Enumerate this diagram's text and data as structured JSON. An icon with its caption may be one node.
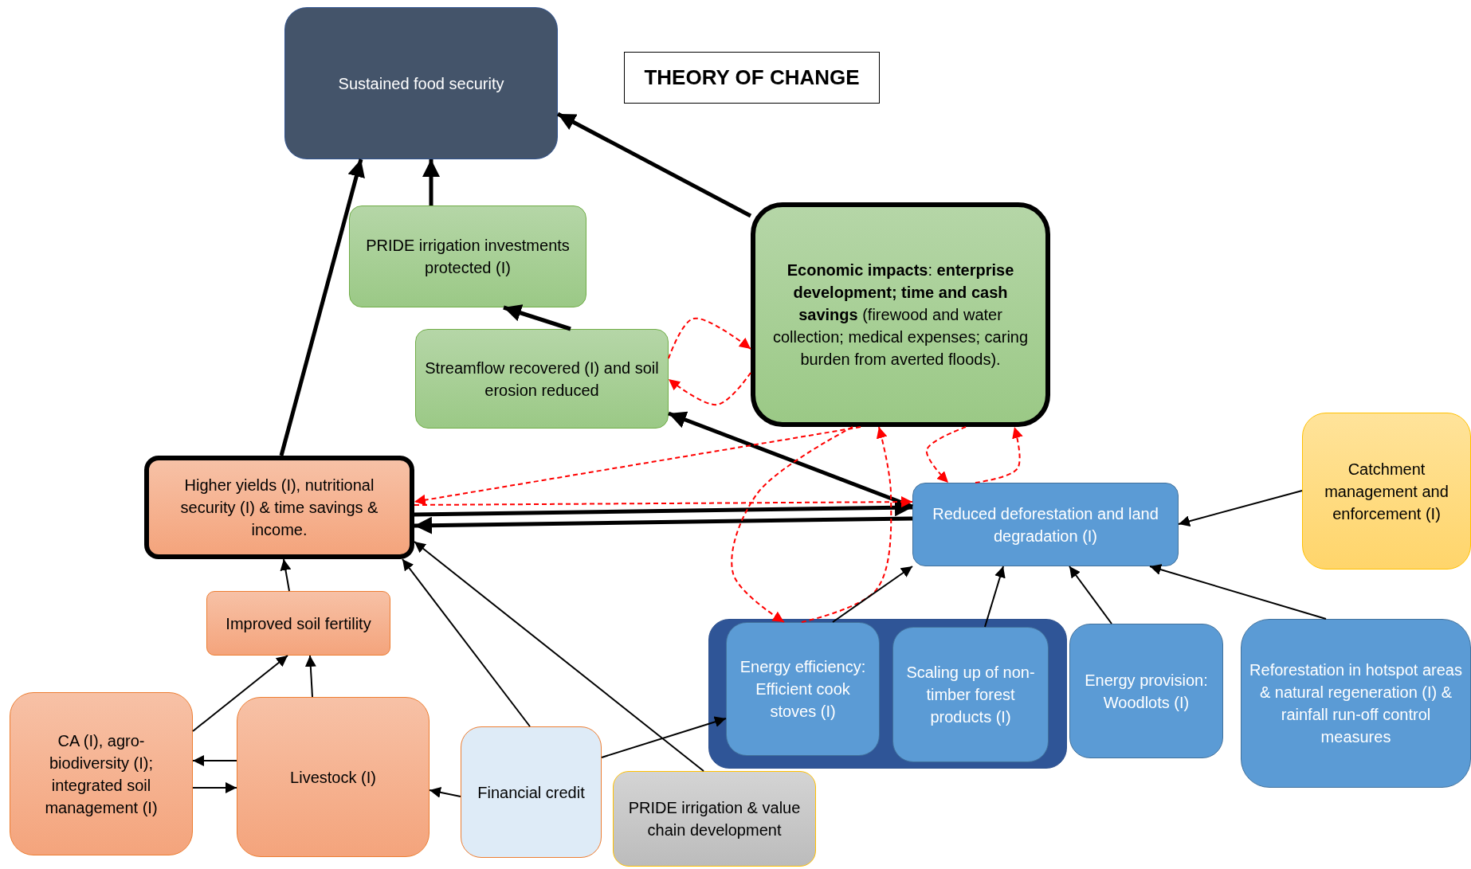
{
  "diagram": {
    "title": "THEORY OF CHANGE",
    "nodes": [
      {
        "text": [
          "Sustained food security"
        ]
      },
      {
        "text": [
          "PRIDE irrigation investments protected (I)"
        ]
      },
      {
        "text": [
          "**Economic impacts**: **enterprise development; time and cash savings** (firewood and water collection; medical expenses; caring burden from averted floods)."
        ]
      },
      {
        "text": [
          "Streamflow recovered (I) and soil erosion reduced"
        ]
      },
      {
        "text": [
          "Higher yields (I), nutritional security (I) & time savings & income."
        ]
      },
      {
        "text": [
          "Reduced deforestation and land degradation (I)"
        ]
      },
      {
        "text": [
          "Catchment management and enforcement (I)"
        ]
      },
      {
        "text": [
          "Improved soil fertility"
        ]
      },
      {
        "text": [
          "CA (I), agro-biodiversity (I); integrated soil management (I)"
        ]
      },
      {
        "text": [
          "Livestock (I)"
        ]
      },
      {
        "text": [
          "Financial credit"
        ]
      },
      {
        "text": [
          "PRIDE irrigation & value chain development"
        ]
      },
      {
        "text": [],
        "shape": "box"
      },
      {
        "text": [
          "Energy efficiency: Efficient cook stoves (I)"
        ],
        "in": 12
      },
      {
        "text": [
          "Scaling up of non-timber forest products (I)"
        ],
        "in": 12
      },
      {
        "text": [
          "Energy provision: Woodlots (I)"
        ]
      },
      {
        "text": [
          "Reforestation in hotspot areas & natural regeneration (I) & rainfall run-off control measures"
        ]
      }
    ],
    "edges": [
      {
        "from": 3,
        "to": 1,
        "arrow": "to",
        "style": "thick"
      },
      {
        "from": 1,
        "to": 0,
        "arrow": "to",
        "style": "thick"
      },
      {
        "from": 4,
        "to": 0,
        "arrow": "to",
        "style": "thick"
      },
      {
        "from": 2,
        "to": 0,
        "arrow": "to",
        "style": "thick"
      },
      {
        "from": 5,
        "to": 3,
        "arrow": "to",
        "style": "thick"
      },
      {
        "from": 4,
        "to": 5,
        "arrow": "to",
        "style": "thick"
      },
      {
        "from": 5,
        "to": 4,
        "arrow": "to",
        "style": "thick"
      },
      {
        "from": 3,
        "to": 2,
        "arrow": "to",
        "style": "dashed",
        "color": "#ff0000"
      },
      {
        "from": 2,
        "to": 3,
        "arrow": "to",
        "style": "dashed",
        "color": "#ff0000"
      },
      {
        "from": 2,
        "to": 4,
        "arrow": "to",
        "style": "dashed",
        "color": "#ff0000"
      },
      {
        "from": 4,
        "to": 5,
        "arrow": "to",
        "style": "dashed",
        "color": "#ff0000"
      },
      {
        "from": 2,
        "to": 5,
        "arrow": "to",
        "style": "dashed",
        "color": "#ff0000"
      },
      {
        "from": 5,
        "to": 2,
        "arrow": "to",
        "style": "dashed",
        "color": "#ff0000"
      },
      {
        "from": 2,
        "to": 13,
        "arrow": "to",
        "style": "dashed",
        "color": "#ff0000"
      },
      {
        "from": 13,
        "to": 2,
        "arrow": "to",
        "style": "dashed",
        "color": "#ff0000"
      },
      {
        "from": 7,
        "to": 4,
        "arrow": "to"
      },
      {
        "from": 8,
        "to": 7,
        "arrow": "to"
      },
      {
        "from": 9,
        "to": 7,
        "arrow": "to"
      },
      {
        "from": 9,
        "to": 8,
        "arrow": "to"
      },
      {
        "from": 8,
        "to": 9,
        "arrow": "to"
      },
      {
        "from": 10,
        "to": 9,
        "arrow": "to"
      },
      {
        "from": 10,
        "to": 4,
        "arrow": "to"
      },
      {
        "from": 11,
        "to": 4,
        "arrow": "to"
      },
      {
        "from": 10,
        "to": 13,
        "arrow": "to"
      },
      {
        "from": 13,
        "to": 5,
        "arrow": "to"
      },
      {
        "from": 14,
        "to": 5,
        "arrow": "to"
      },
      {
        "from": 15,
        "to": 5,
        "arrow": "to"
      },
      {
        "from": 16,
        "to": 5,
        "arrow": "to"
      },
      {
        "from": 6,
        "to": 5,
        "arrow": "to"
      }
    ]
  }
}
